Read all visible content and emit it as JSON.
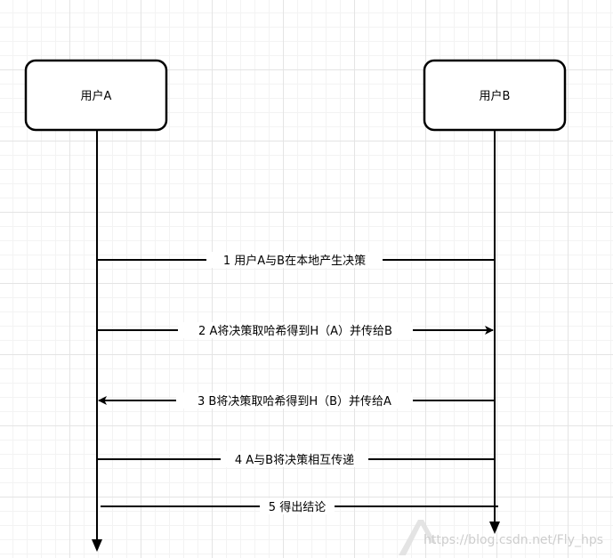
{
  "actors": {
    "a": {
      "label": "用户A"
    },
    "b": {
      "label": "用户B"
    }
  },
  "messages": [
    {
      "label": "1 用户A与B在本地产生决策"
    },
    {
      "label": "2 A将决策取哈希得到H（A）并传给B"
    },
    {
      "label": "3 B将决策取哈希得到H（B）并传给A"
    },
    {
      "label": "4 A与B将决策相互传递"
    },
    {
      "label": "5 得出结论"
    }
  ],
  "watermark": {
    "text": "https://blog.csdn.net/Fly_hps"
  }
}
